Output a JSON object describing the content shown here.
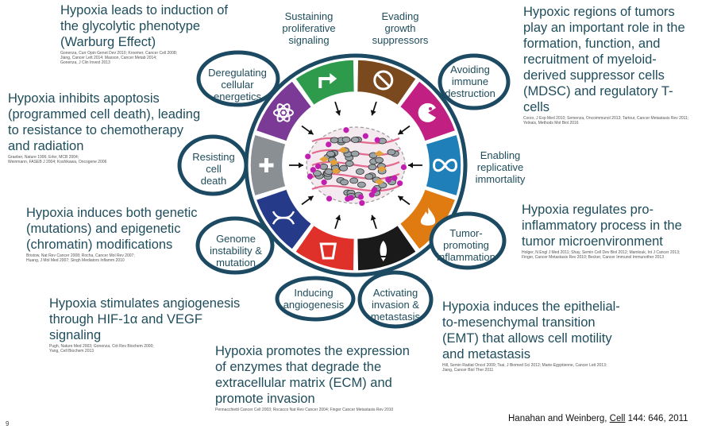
{
  "blocks": {
    "warburg": {
      "heading": "Hypoxia leads to induction of\nthe glycolytic phenotype\n(Warburg Effect)",
      "refs": "Gonenza, Curr Opin Genet Dev 2010; Kroemer, Cancer Cell 2008;\nJiang, Cancer Lett 2014; Masson, Cancer Metab 2014;\nGonenza, J Clin Invest 2013"
    },
    "apoptosis": {
      "heading": "Hypoxia inhibits apoptosis\n(programmed cell death), leading\nto resistance to chemotherapy\nand radiation",
      "refs": "Graeber, Nature 1996; Erler, MCB 2004;\nWeinmann, FASEB J 2004; Koshikawa, Oncogene 2006"
    },
    "genetic": {
      "heading": "Hypoxia induces both genetic\n(mutations) and epigenetic\n(chromatin) modifications",
      "refs": "Bristow, Nat Rev Cancer 2008; Rocha, Cancer Mol Rev 2007;\nHuang, J Mol Med 2007; Singh Mediators Inflamm 2010"
    },
    "angiogenesis": {
      "heading": "Hypoxia stimulates angiogenesis\nthrough HIF-1α and VEGF\nsignaling",
      "refs": "Pugh, Nature Med 2003; Gonenza, Crit Rev Biochem 2000;\nYang, Cell Biochem 2013"
    },
    "ecm": {
      "heading": "Hypoxia promotes the expression\nof enzymes that degrade the\nextracellular matrix (ECM) and\npromote invasion",
      "refs": "Pennacchietti Cancer Cell 2003; Rocacco Nat Rev Cancer 2004; Finger Cancer Metastasis Rev 2010"
    },
    "emt": {
      "heading": "Hypoxia induces the epithelial-\nto-mesenchymal transition\n(EMT) that allows cell motility\nand metastasis",
      "refs": "Hill, Semin Radiat Oncol 2009; Tsai, J Biomed Sci 2012; Marie-Egyptienne, Cancer Lett 2013;\nJiang, Cancer Biol Ther 2011"
    },
    "inflammatory": {
      "heading": "Hypoxia regulates pro-\ninflammatory process in the\ntumor microenvironment",
      "refs": "Holger, N Engl J Med 2011; Shay, Semin Cell Dev Biol 2012; Mamlouk, Int J Cancer 2013;\nFinger, Cancer Metastasis Rev 2010; Becker, Cancer Immunol Immunother 2013"
    },
    "mdsc": {
      "heading": "Hypoxic regions of tumors\nplay an important role in the\nformation, function, and\nrecruitment of myeloid-\nderived suppressor cells\n(MDSC) and regulatory T-\ncells",
      "refs": "Corzo, J Exp Med 2010; Semenza, Oncoimmunol 2013; Tartour, Cancer Metastasis Rev 2011;\nYelnais, Methods Mol Biol 2016"
    }
  },
  "hallmarks": {
    "sustaining": "Sustaining\nproliferative\nsignaling",
    "evading": "Evading\ngrowth\nsuppressors",
    "avoiding": "Avoiding\nimmune\ndestruction",
    "replicative": "Enabling\nreplicative\nimmortality",
    "inflammation": "Tumor-\npromoting\ninflammation",
    "invasion": "Activating\ninvasion &\nmetastasis",
    "angiogenesis": "Inducing\nangiogenesis",
    "genome": "Genome\ninstability &\nmutation",
    "resisting": "Resisting\ncell\ndeath",
    "energetics": "Deregulating\ncellular\nenergetics"
  },
  "citation": {
    "authors": "Hanahan and Weinberg, ",
    "journal": "Cell",
    "detail": " 144: 646, 2011"
  },
  "page_number": "9",
  "colors": {
    "text": "#1f4d5c",
    "ring_border": "#1c4a63",
    "segments": [
      "#2e9b4c",
      "#7a4a1e",
      "#c21f82",
      "#1f7fb8",
      "#e07b12",
      "#1a1a1a",
      "#e0302a",
      "#263a8a",
      "#8a8f93",
      "#7b3a95"
    ]
  },
  "segment_icons": [
    "arrow-up-right",
    "no-entry",
    "pacman",
    "infinity",
    "flame",
    "rocket",
    "cup",
    "dna-helix",
    "plus",
    "atom"
  ]
}
